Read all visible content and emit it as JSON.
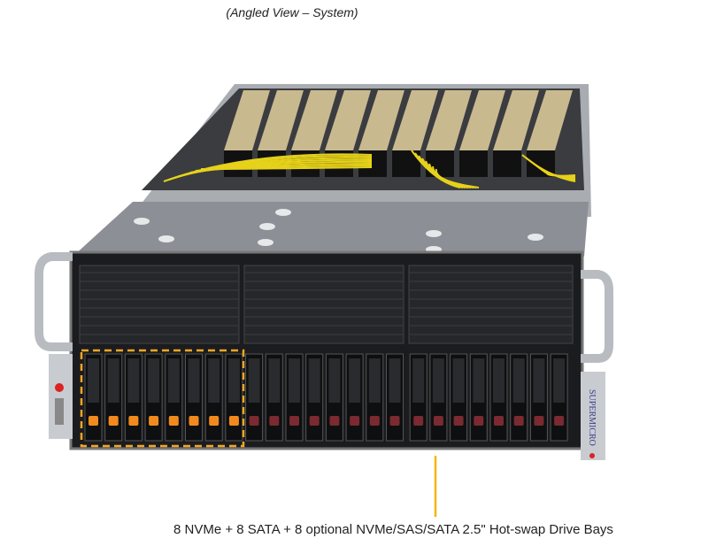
{
  "title": "(Angled View – System)",
  "caption": "8 NVMe + 8 SATA + 8 optional NVMe/SAS/SATA 2.5\" Hot-swap Drive Bays",
  "brand": "SUPERMICRO",
  "drives": {
    "nvme_count": 8,
    "sata_count": 8,
    "optional_count": 8
  },
  "gpu_count": 10,
  "colors": {
    "accent": "#f5a623",
    "callout": "#f2b705",
    "chassis": "#8c9096",
    "front": "#1b1c1f",
    "drive_latch_nvme": "#f08a1c",
    "drive_latch_other": "#7a2a30",
    "gpu": "#c9b98f"
  }
}
